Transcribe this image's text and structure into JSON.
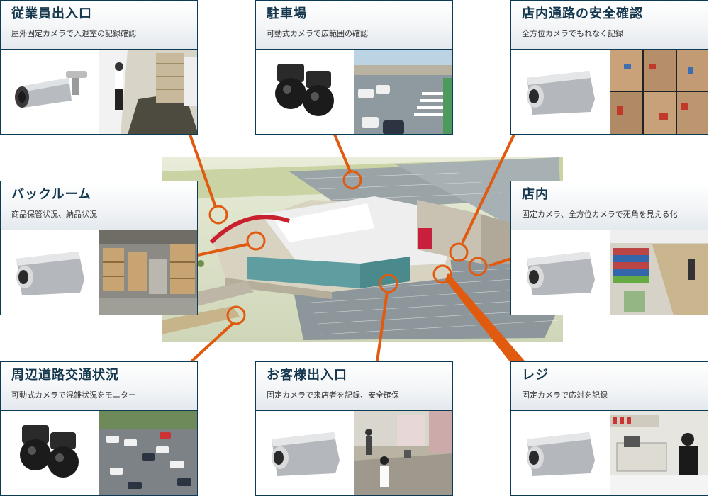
{
  "cards": [
    {
      "title": "従業員出入口",
      "subtitle": "屋外固定カメラで入退室の記録確認",
      "camera_icon": "bullet-camera-icon",
      "photo": "employee-entrance-photo"
    },
    {
      "title": "駐車場",
      "subtitle": "可動式カメラで広範囲の確認",
      "camera_icon": "dome-camera-icon",
      "photo": "parking-lot-photo"
    },
    {
      "title": "店内通路の安全確認",
      "subtitle": "全方位カメラでもれなく記録",
      "camera_icon": "box-camera-icon",
      "photo": "store-aisle-multiview-photo"
    },
    {
      "title": "バックルーム",
      "subtitle": "商品保管状況、納品状況",
      "camera_icon": "box-camera-icon",
      "photo": "backroom-photo"
    },
    {
      "title": "店内",
      "subtitle": "固定カメラ、全方位カメラで死角を見える化",
      "camera_icon": "box-camera-icon",
      "photo": "store-interior-photo"
    },
    {
      "title": "周辺道路交通状況",
      "subtitle": "可動式カメラで混雑状況をモニター",
      "camera_icon": "dome-camera-icon",
      "photo": "road-traffic-photo"
    },
    {
      "title": "お客様出入口",
      "subtitle": "固定カメラで来店者を記録、安全確保",
      "camera_icon": "box-camera-icon",
      "photo": "customer-entrance-photo"
    },
    {
      "title": "レジ",
      "subtitle": "固定カメラで応対を記録",
      "camera_icon": "box-camera-icon",
      "photo": "register-photo"
    }
  ],
  "colors": {
    "accent": "#e05a10",
    "card_border": "#0d3a55",
    "title": "#16384f"
  }
}
